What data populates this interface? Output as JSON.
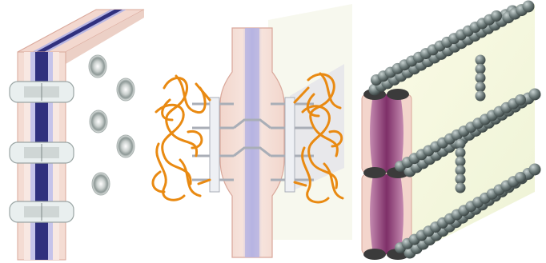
{
  "illustration": {
    "panels": [
      {
        "id": "junction-panel-left"
      },
      {
        "id": "junction-panel-center"
      },
      {
        "id": "junction-panel-right"
      }
    ],
    "credit_text": "",
    "colors": {
      "membrane_pink": "#f3d8cf",
      "membrane_edge": "#d9a79a",
      "dark_band": "#30307e",
      "light_band": "#b9b7e3",
      "fiber_orange": "#e98a12",
      "bead_gray": "#5c6b6b",
      "plaque_purple": "#8e3f77",
      "background_yellow": "#fbfbe6"
    }
  }
}
